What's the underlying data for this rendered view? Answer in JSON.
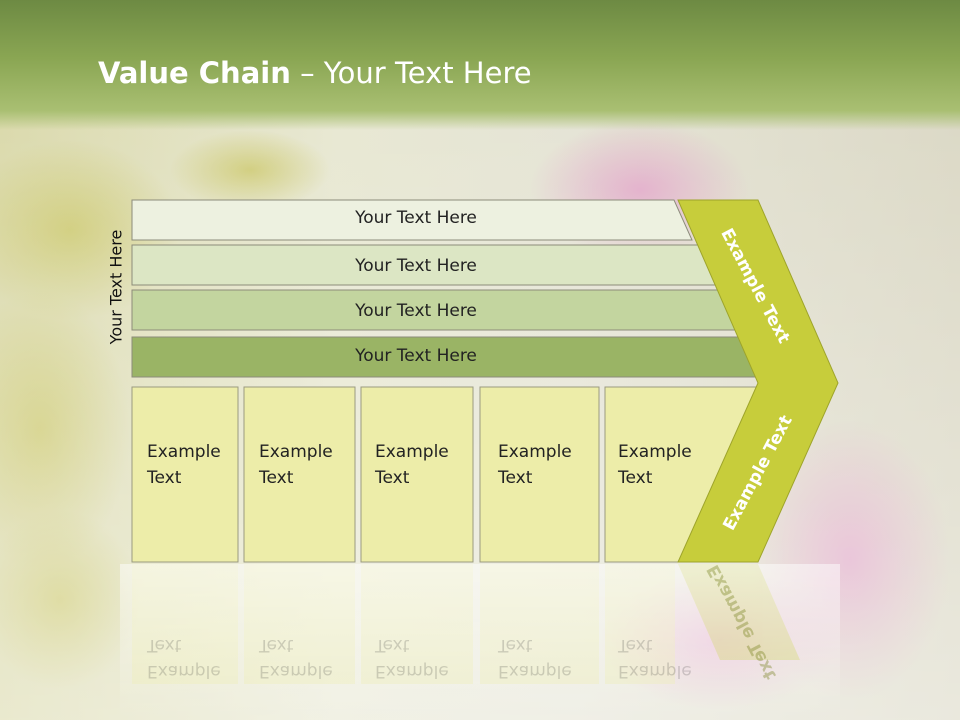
{
  "slide": {
    "title_bold": "Value Chain",
    "title_rest": " – Your Text Here",
    "side_label": "Your Text Here"
  },
  "bars": [
    {
      "label": "Your Text Here"
    },
    {
      "label": "Your Text Here"
    },
    {
      "label": "Your Text Here"
    },
    {
      "label": "Your Text Here"
    }
  ],
  "cells": [
    {
      "line1": "Example",
      "line2": "Text"
    },
    {
      "line1": "Example",
      "line2": "Text"
    },
    {
      "line1": "Example",
      "line2": "Text"
    },
    {
      "line1": "Example",
      "line2": "Text"
    },
    {
      "line1": "Example",
      "line2": "Text"
    }
  ],
  "chevron": {
    "upper_label": "Example Text",
    "lower_label": "Example Text"
  },
  "colors": {
    "header": "#8aa653",
    "bar1": "#edf1e0",
    "bar2": "#dce6c4",
    "bar3": "#c3d59f",
    "bar4": "#9ab465",
    "cell": "#ededa9",
    "chevron": "#c7cd3b"
  }
}
